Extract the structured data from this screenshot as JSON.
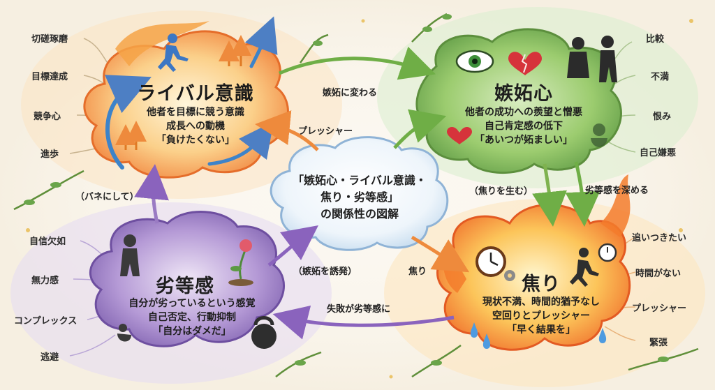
{
  "rivalry": {
    "title": "ライバル意識",
    "lines": [
      "他者を目標に競う意識",
      "成長への動機",
      "「負けたくない」"
    ],
    "leaves": [
      "切磋琢磨",
      "目標達成",
      "競争心",
      "進歩"
    ]
  },
  "jealousy": {
    "title": "嫉妬心",
    "lines": [
      "他者の成功への羨望と憎悪",
      "自己肯定感の低下",
      "「あいつが妬ましい」"
    ],
    "leaves": [
      "比較",
      "不満",
      "恨み",
      "自己嫌悪"
    ]
  },
  "inferiority": {
    "title": "劣等感",
    "lines": [
      "自分が劣っているという感覚",
      "自己否定、行動抑制",
      "「自分はダメだ」"
    ],
    "leaves": [
      "自信欠如",
      "無力感",
      "コンプレックス",
      "逃避"
    ]
  },
  "impatience": {
    "title": "焦り",
    "lines": [
      "現状不満、時間的猶予なし",
      "空回りとプレッシャー",
      "「早く結果を」"
    ],
    "leaves": [
      "追いつきたい",
      "時間がない",
      "プレッシャー",
      "緊張"
    ]
  },
  "center": {
    "lines": [
      "「嫉妬心・ライバル意識・",
      "焦り・劣等感」",
      "の関係性の図解"
    ]
  },
  "edges": {
    "rival_to_jealous": "嫉妬に変わる",
    "pressure": "プレッシャー",
    "spring": "（バネにして）",
    "breeds_impatience": "（焦りを生む）",
    "deepens": "劣等感を深める",
    "induce": "（嫉妬を誘発）",
    "impatience": "焦り",
    "failure": "失敗が劣等感に"
  },
  "colors": {
    "rivalry": "#f28c3a",
    "jealousy": "#7fb24f",
    "inferiority": "#9a7bc3",
    "impatience": "#f5a623",
    "center": "#bcd6ee"
  }
}
